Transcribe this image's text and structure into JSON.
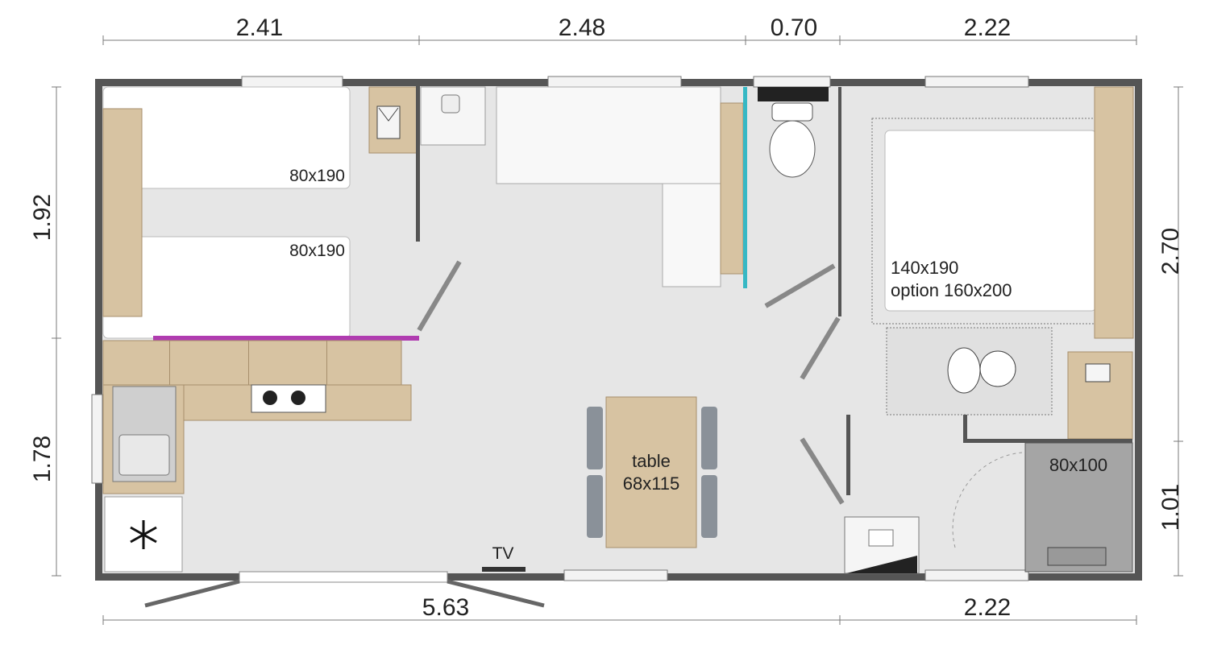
{
  "top_dimensions": [
    "2.41",
    "2.48",
    "0.70",
    "2.22"
  ],
  "bottom_dimensions": [
    "5.63",
    "2.22"
  ],
  "left_dimensions": [
    "1.92",
    "1.78"
  ],
  "right_dimensions": [
    "2.70",
    "1.01"
  ],
  "rooms": {
    "twin_bed_upper": "80x190",
    "twin_bed_lower": "80x190",
    "double_bed_size": "140x190",
    "double_bed_option": "option 160x200",
    "table_name": "table",
    "table_size": "68x115",
    "shower_size": "80x100",
    "tv": "TV"
  },
  "colors": {
    "floor": "#e6e6e6",
    "wall": "#555555",
    "wood": "#d7c3a2",
    "accent_magenta": "#b03cb0",
    "accent_cyan": "#36b8c4"
  },
  "icons": [
    "snowflake-icon",
    "baby-icon",
    "shirt-icon",
    "toilet-icon",
    "stove-icon",
    "sink-icon"
  ]
}
